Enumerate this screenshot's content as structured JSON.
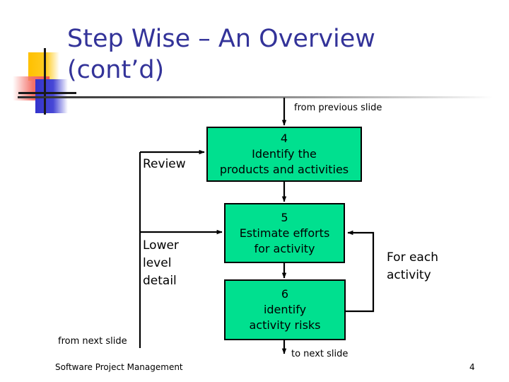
{
  "slide": {
    "title": "Step Wise – An Overview\n(cont’d)",
    "title_color": "#333399",
    "background": "#ffffff"
  },
  "theme": {
    "box_fill": "#00E08F",
    "box_border": "#000000",
    "connector_color": "#000000",
    "logo_yellow": "#FFC000",
    "logo_red": "#F4564E",
    "logo_blue": "#3333CC"
  },
  "flow": {
    "boxes": [
      {
        "number": "4",
        "text": "4\nIdentify the\nproducts and activities"
      },
      {
        "number": "5",
        "text": "5\nEstimate efforts\nfor activity"
      },
      {
        "number": "6",
        "text": "6\nidentify\nactivity risks"
      }
    ],
    "labels": {
      "review": "Review",
      "lower_level_detail": "Lower\nlevel\ndetail",
      "for_each_activity": "For each\nactivity",
      "from_previous_slide": "from previous slide",
      "to_next_slide": "to next slide",
      "from_next_slide": "from next slide"
    }
  },
  "footer": {
    "text": "Software Project Management",
    "page_number": "4"
  }
}
